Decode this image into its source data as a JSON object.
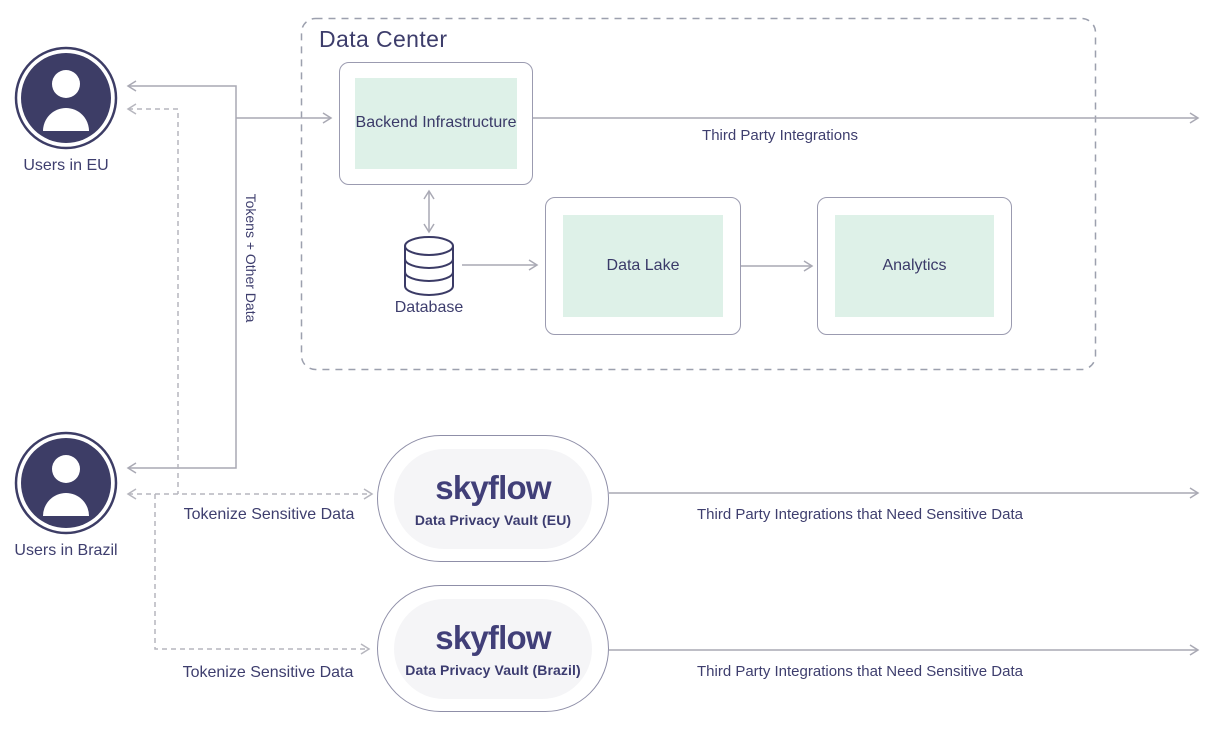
{
  "diagram": {
    "users": [
      {
        "label": "Users in EU"
      },
      {
        "label": "Users in Brazil"
      }
    ],
    "data_center": {
      "title": "Data Center",
      "backend": "Backend Infrastructure",
      "database": "Database",
      "data_lake": "Data Lake",
      "analytics": "Analytics"
    },
    "vaults": [
      {
        "brand": "skyflow",
        "label": "Data Privacy Vault (EU)"
      },
      {
        "brand": "skyflow",
        "label": "Data Privacy Vault (Brazil)"
      }
    ],
    "labels": {
      "tokens_other_data": "Tokens + Other Data",
      "third_party": "Third Party Integrations",
      "tokenize_eu": "Tokenize Sensitive Data",
      "tokenize_brazil": "Tokenize Sensitive Data",
      "sensitive_eu": "Third Party Integrations that Need Sensitive Data",
      "sensitive_brazil": "Third Party Integrations that Need Sensitive Data"
    },
    "colors": {
      "navy": "#3d3d66",
      "text": "#3e3e6e",
      "brand_indigo": "#413f78",
      "mint": "#def1e8",
      "box_border": "#9b9bb0",
      "vault_border": "#8f8fa8",
      "vault_inner": "#f5f5f7",
      "line": "#a9a9b4",
      "dashed_line": "#b6b6be"
    }
  }
}
